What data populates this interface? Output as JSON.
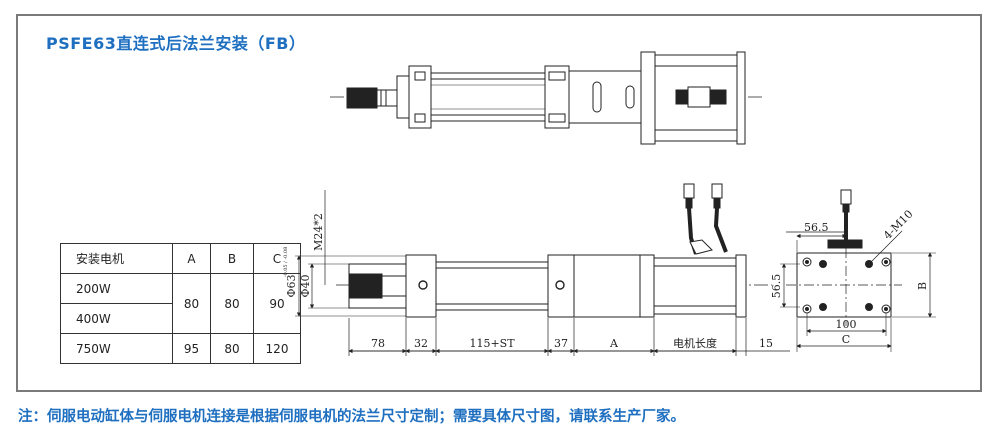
{
  "title": "PSFE63直连式后法兰安装（FB）",
  "table": {
    "header": [
      "安装电机",
      "A",
      "B",
      "C"
    ],
    "rows": [
      {
        "motor": "200W",
        "A": "80",
        "B": "80",
        "C": "90"
      },
      {
        "motor": "400W"
      },
      {
        "motor": "750W",
        "A": "95",
        "B": "80",
        "C": "120"
      }
    ]
  },
  "dims": {
    "d78": "78",
    "d32": "32",
    "d115": "115+ST",
    "d37": "37",
    "dA": "A",
    "dMotor": "电机长度",
    "d15": "15",
    "m24": "M24*2",
    "phi63": "Φ63",
    "phi63tol": "-0.05 / -0.08",
    "phi40": "Φ40",
    "d565h": "56.5",
    "d565v": "56.5",
    "m10": "4-M10",
    "d100": "100",
    "dC": "C",
    "dB": "B"
  },
  "note": "注：伺服电动缸体与伺服电机连接是根据伺服电机的法兰尺寸定制；需要具体尺寸图，请联系生产厂家。",
  "colors": {
    "accent": "#1f6fc1",
    "frame": "#7a7a7a",
    "line": "#222222"
  }
}
